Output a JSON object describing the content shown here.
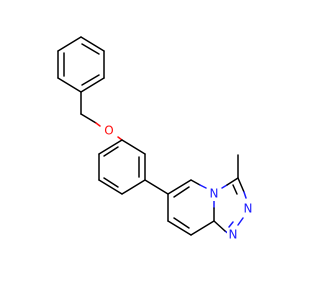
{
  "molecule": {
    "atoms": {
      "oxygen": {
        "label": "O",
        "color": "#ff0d0d"
      },
      "n_bridge": {
        "label": "N",
        "color": "#1a1aff"
      },
      "n_triazole_upper": {
        "label": "N",
        "color": "#1a1aff"
      },
      "n_triazole_lower": {
        "label": "N",
        "color": "#1a1aff"
      }
    },
    "bond_color": "#000000"
  }
}
